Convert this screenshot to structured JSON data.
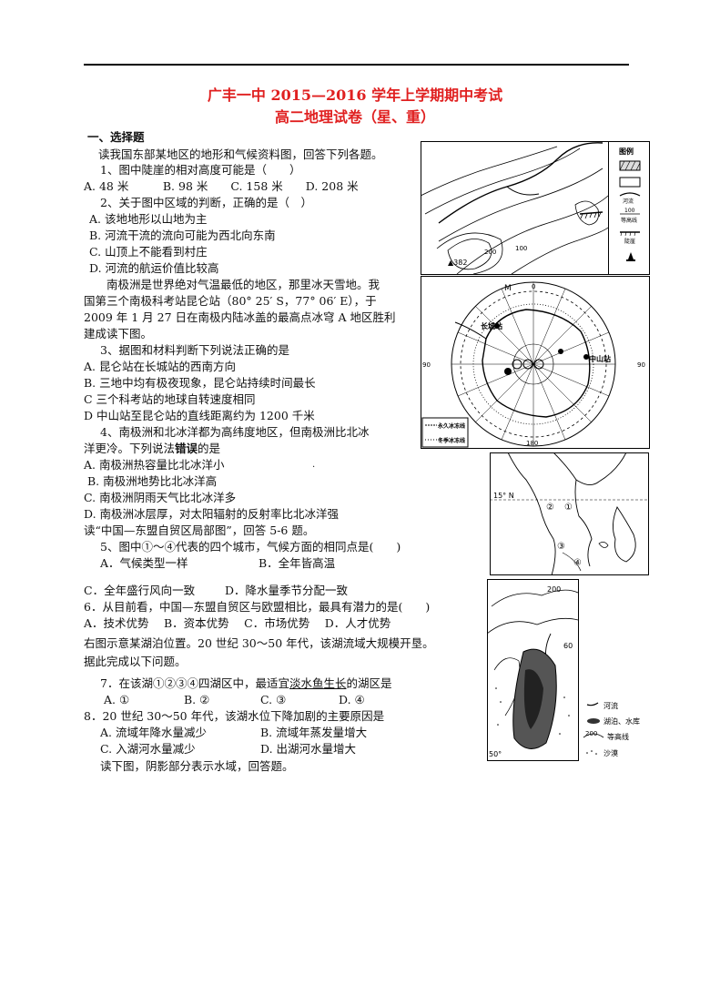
{
  "header": {
    "title": "广丰一中 2015—2016 学年上学期期中考试",
    "subtitle": "高二地理试卷（星、重）"
  },
  "section1": "一、选择题",
  "intro1": "读我国东部某地区的地形和气候资料图，回答下列各题。",
  "q1": {
    "stem": "1、图中陡崖的相对高度可能是（　　）",
    "options": "A. 48 米　　　B. 98 米　　C. 158 米　　D. 208 米"
  },
  "q2": {
    "stem": "2、关于图中区域的判断，正确的是（　）",
    "a": "A. 该地地形以山地为主",
    "b": "B. 河流干流的流向可能为西北向东南",
    "c": "C. 山顶上不能看到村庄",
    "d": "D. 河流的航运价值比较高"
  },
  "intro2": [
    "　　南极洲是世界绝对气温最低的地区，那里冰天雪地。我",
    "国第三个南极科考站昆仑站（80° 25′ S，77° 06′ E），于",
    "2009 年 1 月 27 日在南极内陆冰盖的最高点冰穹 A 地区胜利",
    "建成读下图。"
  ],
  "q3": {
    "stem": "3、据图和材料判断下列说法正确的是",
    "a": "A. 昆仑站在长城站的西南方向",
    "b": "B. 三地中均有极夜现象，昆仑站持续时间最长",
    "c": "C 三个科考站的地球自转速度相同",
    "d": "D 中山站至昆仑站的直线距离约为 1200 千米"
  },
  "q4": {
    "stem1": "4、南极洲和北冰洋都为高纬度地区，但南极洲比北冰",
    "stem2_pre": "洋更冷。下列说法",
    "stem2_hl": "错误",
    "stem2_post": "的是",
    "a": "A. 南极洲热容量比北冰洋小",
    "b": "B. 南极洲地势比北冰洋高",
    "c": "C. 南极洲阴雨天气比北冰洋多",
    "d": "D. 南极洲冰层厚，对太阳辐射的反射率比北冰洋强"
  },
  "intro3": "读“中国—东盟自贸区局部图”，回答 5-6 题。",
  "q5": {
    "stem": "5、图中①～④代表的四个城市，气候方面的相同点是(　　)",
    "a": "A．气候类型一样",
    "b": "B．全年皆高温",
    "c": "C．全年盛行风向一致",
    "d": "D．降水量季节分配一致"
  },
  "q6": {
    "stem": "6．从目前看，中国—东盟自贸区与欧盟相比，最具有潜力的是(　　)",
    "options": "A．技术优势　 B．资本优势　 C．市场优势　 D．人才优势"
  },
  "intro4": [
    "右图示意某湖泊位置。20 世纪 30～50 年代，该湖流域大规模开垦。",
    "据此完成以下问题。"
  ],
  "q7": {
    "stem_pre": "7．在该湖①②③④四湖区中，最适宜",
    "stem_ul": "淡水鱼生长",
    "stem_post": "的湖区是",
    "a": "A. ①",
    "b": "B. ②",
    "c": "C. ③",
    "d": "D. ④"
  },
  "q8": {
    "stem": "8．20 世纪 30～50 年代，该湖水位下降加剧的主要原因是",
    "a": "A. 流域年降水量减少",
    "b": "B. 流域年蒸发量增大",
    "c": "C. 入湖河水量减少",
    "d": "D. 出湖河水量增大"
  },
  "intro5": "读下图，阴影部分表示水域，回答题。",
  "fig1": {
    "legend_title": "图例",
    "legend_river": "河流",
    "legend_contour_num": "100",
    "legend_contour": "等高线",
    "legend_cliff": "陡崖",
    "peak": "▲382",
    "label_200": "200",
    "label_100": "100"
  },
  "fig2": {
    "m": "M",
    "changcheng": "长城站",
    "zhongshan": "中山站",
    "lon_left": "90",
    "lon_right": "90",
    "num_0": "0",
    "num_180": "180",
    "legend_perm": "永久冰冻线",
    "legend_winter": "冬季冰冻线"
  },
  "fig3": {
    "lat": "15° N",
    "c1": "①",
    "c2": "②",
    "c3": "③",
    "c4": "④"
  },
  "fig4": {
    "c200": "200",
    "c60": "60",
    "c50": "50°",
    "legend_river": "河流",
    "legend_lake": "湖泊、水库",
    "legend_contour": "等高线",
    "legend_desert": "沙漠"
  }
}
